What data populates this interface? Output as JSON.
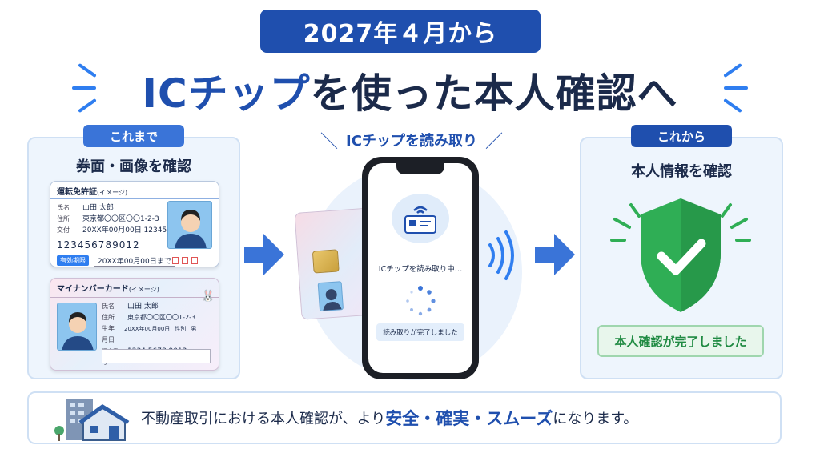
{
  "header": {
    "date_badge": "2027年４月から",
    "title_highlight": "ICチップ",
    "title_rest": "を使った本人確認へ"
  },
  "left": {
    "tag": "これまで",
    "heading": "券面・画像を確認",
    "license": {
      "title": "運転免許証",
      "title_note": "(イメージ)",
      "name_key": "氏名",
      "name": "山田 太郎",
      "address_key": "住所",
      "address": "東京都〇〇区〇〇1-2-3",
      "issued_key": "交付",
      "issued": "20XX年00月00日 12345",
      "number": "123456789012",
      "validity_key": "有効期限",
      "validity": "20XX年00月00日まで"
    },
    "mynumber": {
      "title": "マイナンバーカード",
      "title_note": "(イメージ)",
      "name_key": "氏名",
      "name": "山田 太郎",
      "address_key": "住所",
      "address": "東京都〇〇区〇〇1-2-3",
      "birth_key": "生年月日",
      "birth": "20XX年00月00日",
      "sex_key": "性別",
      "sex": "男",
      "number_key": "個人番号",
      "number": "1234 5678 9012"
    }
  },
  "center": {
    "heading": "ICチップを読み取り",
    "reading": "ICチップを読み取り中…",
    "done": "読み取りが完了しました"
  },
  "right": {
    "tag": "これから",
    "heading": "本人情報を確認",
    "done": "本人確認が完了しました"
  },
  "bottom": {
    "text_before": "不動産取引における本人確認が、より",
    "text_highlight": "安全・確実・スムーズ",
    "text_after": "になります。"
  },
  "colors": {
    "brand_blue": "#1f4fae",
    "accent_blue": "#2f7ef0",
    "green": "#2fae55",
    "panel_bg": "#eef5fd"
  }
}
